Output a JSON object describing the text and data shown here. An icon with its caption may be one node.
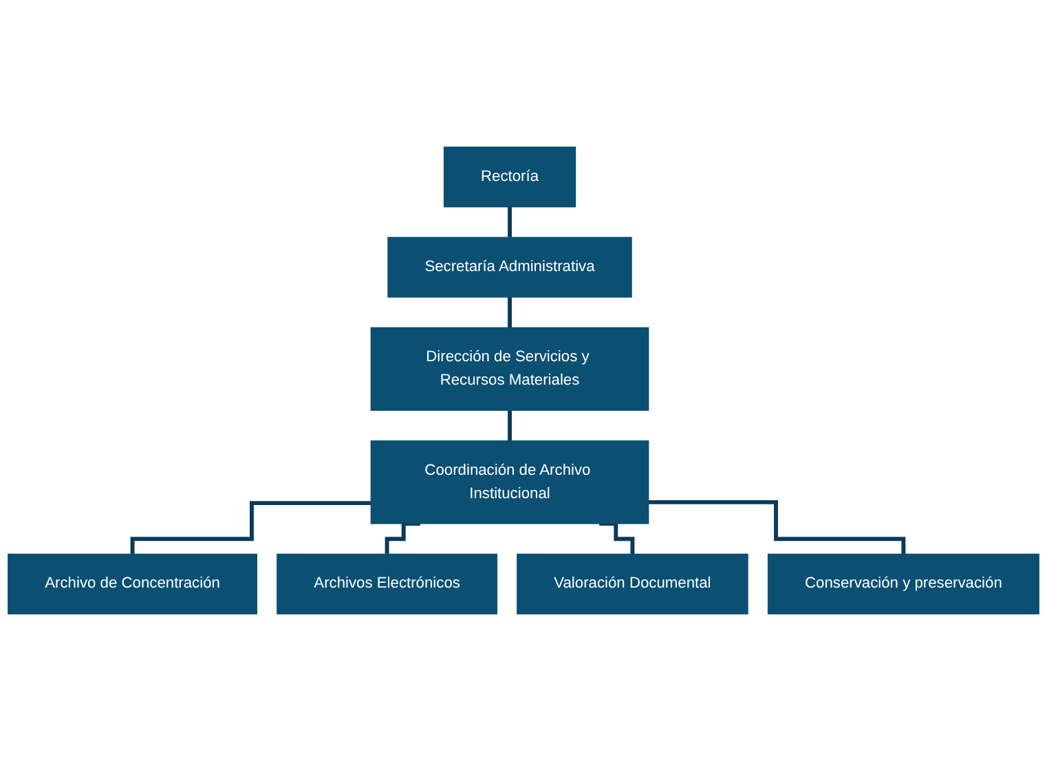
{
  "diagram": {
    "nodes": [
      {
        "text": [
          "Rectoría"
        ]
      },
      {
        "text": [
          "Secretaría Administrativa"
        ]
      },
      {
        "text": [
          "Dirección de Servicios y Recursos Materiales"
        ]
      },
      {
        "text": [
          "Coordinación de Archivo Institucional"
        ]
      },
      {
        "text": [
          "Archivo de Concentración"
        ]
      },
      {
        "text": [
          "Archivos Electrónicos"
        ]
      },
      {
        "text": [
          "Valoración Documental"
        ]
      },
      {
        "text": [
          "Conservación y preservación"
        ]
      }
    ],
    "edges": [
      {
        "from": 0,
        "to": 1,
        "arrow": "none"
      },
      {
        "from": 1,
        "to": 2,
        "arrow": "none"
      },
      {
        "from": 2,
        "to": 3,
        "arrow": "none"
      },
      {
        "from": 3,
        "to": 4,
        "arrow": "none"
      },
      {
        "from": 3,
        "to": 5,
        "arrow": "none"
      },
      {
        "from": 3,
        "to": 6,
        "arrow": "none"
      },
      {
        "from": 3,
        "to": 7,
        "arrow": "none"
      }
    ]
  }
}
